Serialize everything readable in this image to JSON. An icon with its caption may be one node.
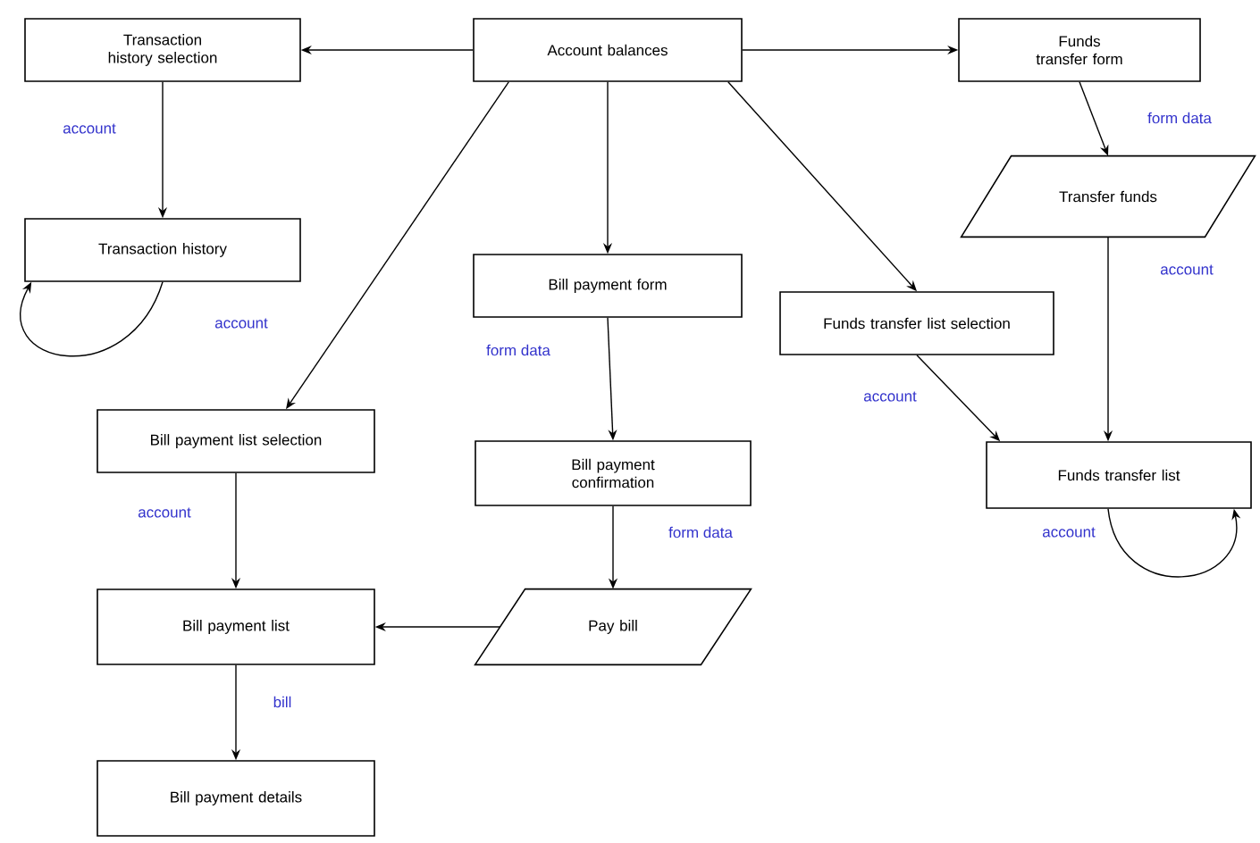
{
  "diagram": {
    "nodes": [
      {
        "text": [
          "Account balances"
        ]
      },
      {
        "text": [
          "Transaction history selection"
        ]
      },
      {
        "text": [
          "Funds transfer form"
        ]
      },
      {
        "text": [
          "Transaction history"
        ]
      },
      {
        "text": [
          "Transfer funds"
        ]
      },
      {
        "text": [
          "Bill payment form"
        ]
      },
      {
        "text": [
          "Funds transfer list selection"
        ]
      },
      {
        "text": [
          "Bill payment list selection"
        ]
      },
      {
        "text": [
          "Bill payment confirmation"
        ]
      },
      {
        "text": [
          "Funds transfer list"
        ]
      },
      {
        "text": [
          "Bill payment list"
        ]
      },
      {
        "text": [
          "Pay bill"
        ]
      },
      {
        "text": [
          "Bill payment details"
        ]
      }
    ],
    "edges": [
      {
        "from": 0,
        "to": 1,
        "arrow": "to"
      },
      {
        "from": 0,
        "to": 2,
        "arrow": "to"
      },
      {
        "from": 0,
        "to": 5,
        "arrow": "to"
      },
      {
        "from": 0,
        "to": 6,
        "arrow": "to"
      },
      {
        "from": 0,
        "to": 7,
        "arrow": "to"
      },
      {
        "from": 1,
        "to": 3,
        "arrow": "to",
        "label": "account"
      },
      {
        "from": 3,
        "to": 3,
        "arrow": "to",
        "label": "account"
      },
      {
        "from": 2,
        "to": 4,
        "arrow": "to",
        "label": "form data"
      },
      {
        "from": 4,
        "to": 9,
        "arrow": "to",
        "label": "account"
      },
      {
        "from": 5,
        "to": 8,
        "arrow": "to",
        "label": "form data"
      },
      {
        "from": 6,
        "to": 9,
        "arrow": "to",
        "label": "account"
      },
      {
        "from": 9,
        "to": 9,
        "arrow": "to",
        "label": "account"
      },
      {
        "from": 7,
        "to": 10,
        "arrow": "to",
        "label": "account"
      },
      {
        "from": 8,
        "to": 11,
        "arrow": "to",
        "label": "form data"
      },
      {
        "from": 11,
        "to": 10,
        "arrow": "to"
      },
      {
        "from": 10,
        "to": 12,
        "arrow": "to",
        "label": "bill"
      }
    ]
  }
}
